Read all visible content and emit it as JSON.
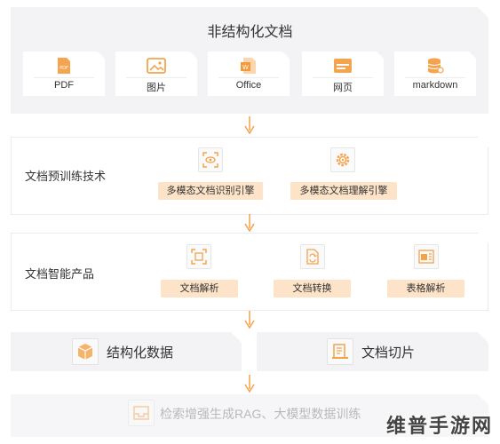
{
  "source_section": {
    "title": "非结构化文档",
    "cards": [
      {
        "label": "PDF",
        "icon": "pdf-icon"
      },
      {
        "label": "图片",
        "icon": "image-icon"
      },
      {
        "label": "Office",
        "icon": "office-icon"
      },
      {
        "label": "网页",
        "icon": "webpage-icon"
      },
      {
        "label": "markdown",
        "icon": "database-icon"
      }
    ]
  },
  "pretraining": {
    "label": "文档预训练技术",
    "items": [
      {
        "label": "多模态文档识别引擎",
        "icon": "eye-scan-icon"
      },
      {
        "label": "多模态文档理解引擎",
        "icon": "gear-icon"
      }
    ]
  },
  "products": {
    "label": "文档智能产品",
    "items": [
      {
        "label": "文档解析",
        "icon": "frame-icon"
      },
      {
        "label": "文档转换",
        "icon": "doc-convert-icon"
      },
      {
        "label": "表格解析",
        "icon": "table-doc-icon"
      }
    ]
  },
  "outputs": [
    {
      "label": "结构化数据",
      "icon": "cube-icon"
    },
    {
      "label": "文档切片",
      "icon": "document-slice-icon"
    }
  ],
  "final": {
    "label": "检索增强生成RAG、大模型数据训练",
    "icon": "tray-icon"
  },
  "watermark": "维普手游网",
  "colors": {
    "accent": "#f3a24a",
    "tag_bg": "#fde3c8",
    "panel_bg": "#f3f3f5"
  }
}
